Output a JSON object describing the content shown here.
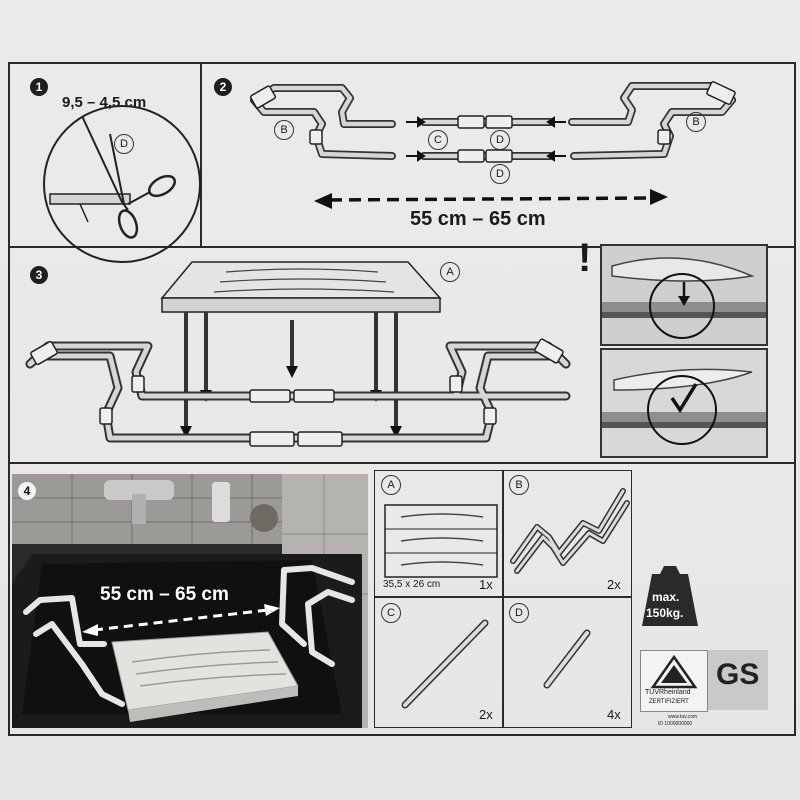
{
  "steps": {
    "s1": "1",
    "s2": "2",
    "s3": "3",
    "s4": "4",
    "cut_range": "9,5 – 4,5 cm",
    "width_range": "55 cm – 65 cm",
    "warning": "!"
  },
  "labels": {
    "A": "A",
    "B": "B",
    "C": "C",
    "D": "D"
  },
  "parts": {
    "A": {
      "size": "35,5 x 26 cm",
      "qty": "1x"
    },
    "B": {
      "qty": "2x"
    },
    "C": {
      "qty": "2x"
    },
    "D": {
      "qty": "4x"
    }
  },
  "weight": {
    "line1": "max.",
    "line2": "150kg."
  },
  "cert": {
    "tuv1": "TÜVRheinland",
    "tuv2": "ZERTIFIZIERT",
    "gs": "GS",
    "fine1": "www.tuv.com",
    "fine2": "ID 1000000000"
  },
  "colors": {
    "ink": "#1a1a1a",
    "paper": "#ebebea",
    "tube": "#cfd0cf"
  }
}
